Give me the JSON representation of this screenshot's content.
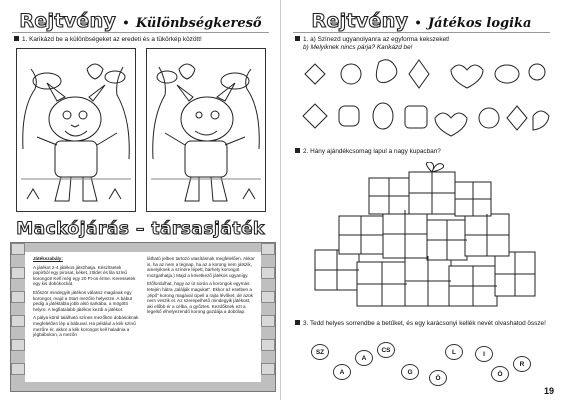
{
  "left": {
    "title_main": "Rejtvény",
    "title_sub": "Különbségkereső",
    "task1": "1. Karikázd be a különbségeket az eredeti és a tükörkép között!",
    "game_title": "Mackójárás – társasjáték",
    "rules_head": "Játékszabály:",
    "rules_p1": "A játékot 2-4 játékos játszhatja. Készítsetek papírból egy pirosat, kéket, zöldet és lila színű korongot! Kell még egy 20 Ft-os érme. Keressetek egy kis dobókockát.",
    "rules_p2": "Először mindegyik játékos válassz magának egy korongot, majd a Start mezőre helyezze. A bábut pedig a játéktábla jobb alsó sarkába, a mögötti helyre. A legfiatalabb játékos kezdi a játékot.",
    "rules_p3": "A pálya körül található színes mezőkön dobásoknak megfelelően lép a bábuval. Ha például a kék színű mezőre ér, akkor a kék korongot kell haladnia a jégbábokon, a mezőn",
    "rules_p4": "látható jelben tartozó utasításnak megfelelően. Akkor is, ha az nem a tegnap, ha az a korong nem játszik, amelyiknek a színére lépett, bárhely korongot mozgathatja.) Majd a következő játékos ugyanígy.",
    "rules_p5": "Előfordulhat, hogy az út során a korongok egymás tetején hátra „találják magukat”. Ekkor az esetben a „lépő” korong magával cipeli a rajta lévőket, de azok nem veszik el. Az szerepelhető mindegyik játékost, aki előbb ér a célba, a győztes. Kezdőknek ezt a legelső elhelyezendő korong gazdája a dobólap.",
    "page_num": ""
  },
  "right": {
    "title_main": "Rejtvény",
    "title_sub": "Játékos logika",
    "task1a": "1. a) Színezd ugyanolyanra az egyforma kekszeket!",
    "task1b": "b) Melyiknek nincs párja? Karikázd be!",
    "task2": "2. Hány ajándékcsomag lapul a nagy kupacban?",
    "task3": "3. Tedd helyes sorrendbe a betűket, és egy karácsonyi kellék nevét olvashatod össze!",
    "letters": [
      "SZ",
      "A",
      "CS",
      "G",
      "Ö",
      "L",
      "I",
      "Ö",
      "R",
      "A"
    ],
    "page_num": "19"
  }
}
